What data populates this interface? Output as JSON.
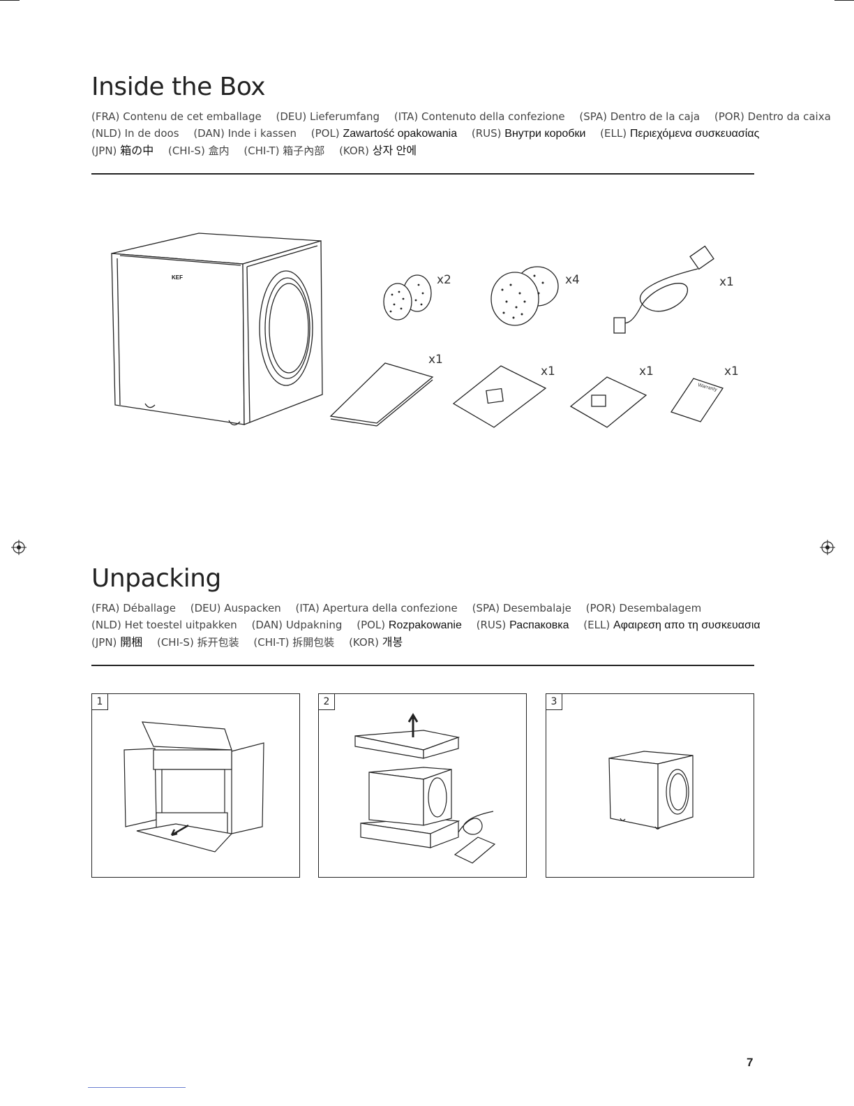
{
  "inside": {
    "title": "Inside the Box",
    "lines": [
      [
        {
          "code": "(FRA)",
          "text": "Contenu de cet emballage"
        },
        {
          "code": "(DEU)",
          "text": "Lieferumfang"
        },
        {
          "code": "(ITA)",
          "text": "Contenuto della confezione"
        },
        {
          "code": "(SPA)",
          "text": "Dentro de la caja"
        },
        {
          "code": "(POR)",
          "text": "Dentro da caixa"
        }
      ],
      [
        {
          "code": "(NLD)",
          "text": "In de doos"
        },
        {
          "code": "(DAN)",
          "text": "Inde i kassen"
        },
        {
          "code": "(POL)",
          "text": "Zawartość opakowania"
        },
        {
          "code": "(RUS)",
          "text": "Внутри коробки"
        },
        {
          "code": "(ELL)",
          "text": "Περιεχόμενα συσκευασίας"
        }
      ],
      [
        {
          "code": "(JPN)",
          "text": "箱の中"
        },
        {
          "code": "(CHI-S)",
          "text": "盒内"
        },
        {
          "code": "(CHI-T)",
          "text": "箱子內部"
        },
        {
          "code": "(KOR)",
          "text": "상자 안에"
        }
      ]
    ],
    "quantities": {
      "small_foam": "x2",
      "large_foam": "x4",
      "power_cable": "x1",
      "manual": "x1",
      "leaflet_1": "x1",
      "leaflet_2": "x1",
      "warranty": "x1"
    },
    "kef_logo": "KEF",
    "warranty_label": "Warranty"
  },
  "unpacking": {
    "title": "Unpacking",
    "lines": [
      [
        {
          "code": "(FRA)",
          "text": "Déballage"
        },
        {
          "code": "(DEU)",
          "text": "Auspacken"
        },
        {
          "code": "(ITA)",
          "text": "Apertura della confezione"
        },
        {
          "code": "(SPA)",
          "text": "Desembalaje"
        },
        {
          "code": "(POR)",
          "text": "Desembalagem"
        }
      ],
      [
        {
          "code": "(NLD)",
          "text": "Het toestel uitpakken"
        },
        {
          "code": "(DAN)",
          "text": "Udpakning"
        },
        {
          "code": "(POL)",
          "text": "Rozpakowanie"
        },
        {
          "code": "(RUS)",
          "text": "Распаковка"
        },
        {
          "code": "(ELL)",
          "text": "Αφαιρεση απο τη συσκευασια"
        }
      ],
      [
        {
          "code": "(JPN)",
          "text": "開梱"
        },
        {
          "code": "(CHI-S)",
          "text": "拆开包装"
        },
        {
          "code": "(CHI-T)",
          "text": "拆開包裝"
        },
        {
          "code": "(KOR)",
          "text": "개봉"
        }
      ]
    ],
    "steps": [
      "1",
      "2",
      "3"
    ]
  },
  "page_number": "7"
}
